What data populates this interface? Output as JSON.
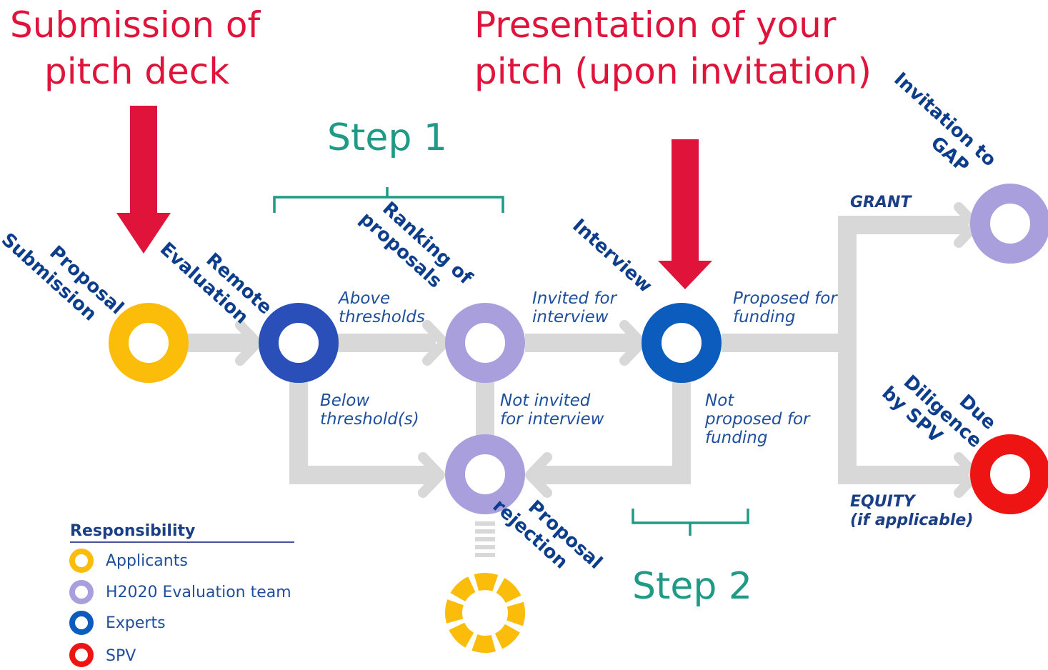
{
  "headings": {
    "submission": [
      "Submission of",
      "pitch deck"
    ],
    "presentation": [
      "Presentation of your",
      "pitch (upon invitation)"
    ]
  },
  "steps": {
    "step1": "Step 1",
    "step2": "Step 2"
  },
  "stages": {
    "proposal_submission": [
      "Proposal",
      "Submission"
    ],
    "remote_evaluation": [
      "Remote",
      "Evaluation"
    ],
    "ranking": [
      "Ranking of",
      "proposals"
    ],
    "interview": "Interview",
    "proposal_rejection": [
      "Proposal",
      "rejection"
    ],
    "invitation_gap": [
      "Invitation to",
      "GAP"
    ],
    "due_diligence": [
      "Due",
      "Diligence",
      "by SPV"
    ]
  },
  "paths": {
    "above_thresholds": [
      "Above",
      "thresholds"
    ],
    "below_thresholds": [
      "Below",
      "threshold(s)"
    ],
    "invited": [
      "Invited for",
      "interview"
    ],
    "not_invited": [
      "Not invited",
      "for interview"
    ],
    "proposed": [
      "Proposed for",
      "funding"
    ],
    "not_proposed": [
      "Not",
      "proposed for",
      "funding"
    ],
    "grant": "GRANT",
    "equity": [
      "EQUITY",
      "(if applicable)"
    ]
  },
  "legend": {
    "title": "Responsibility",
    "items": [
      {
        "label": "Applicants",
        "color": "#fbbd0a"
      },
      {
        "label": "H2020 Evaluation team",
        "color": "#a99fdd"
      },
      {
        "label": "Experts",
        "color": "#0b5cbd"
      },
      {
        "label": "SPV",
        "color": "#ee1414"
      }
    ]
  },
  "colors": {
    "heading": "#e0143a",
    "step": "#1e9a86",
    "applicants": "#fbbd0a",
    "evaluation_team": "#a99fdd",
    "remote_expert": "#2a4fb8",
    "experts": "#0b5cbd",
    "spv": "#ee1414",
    "connector": "#d8d8d8"
  }
}
